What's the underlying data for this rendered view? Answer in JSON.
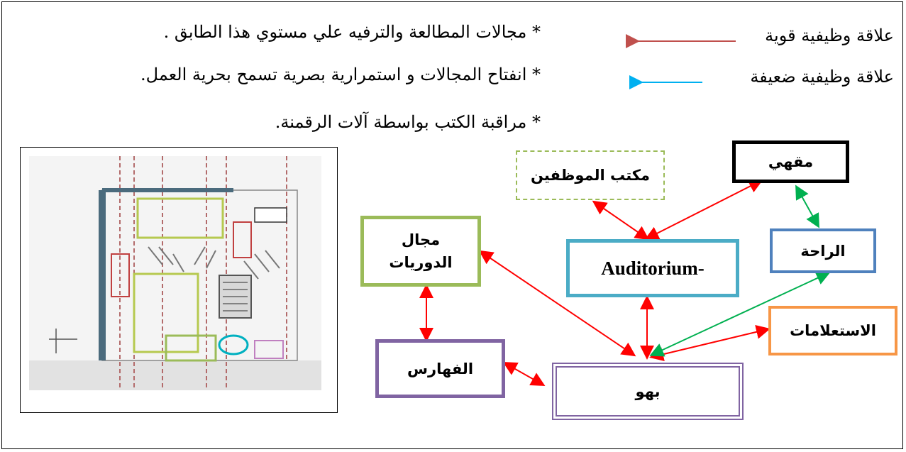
{
  "legend": {
    "strong_label": "علاقة وظيفية قوية",
    "weak_label": "علاقة وظيفية ضعيفة",
    "strong_color": "#c0504d",
    "weak_color": "#00b0f0"
  },
  "bullets": [
    "* مجالات المطالعة والترفيه علي مستوي هذا الطابق .",
    "* انفتاح المجالات و استمرارية بصرية تسمح بحرية العمل.",
    "* مراقبة الكتب بواسطة آلات الرقمنة."
  ],
  "nodes": {
    "cafe": "مقهي",
    "staff_office": "مكتب الموظفين",
    "rest": "الراحة",
    "auditorium": "-Auditorium",
    "periodicals_line1": "مجال",
    "periodicals_line2": "الدوريات",
    "catalogs": "الفهارس",
    "hall": "بهو",
    "inquiries": "الاستعلامات"
  },
  "colors": {
    "cafe_border": "#000000",
    "staff_border": "#9bbb59",
    "rest_border": "#4f81bd",
    "auditorium_border": "#4bacc6",
    "periodicals_border": "#9bbb59",
    "catalogs_border": "#8064a2",
    "hall_border": "#8064a2",
    "inquiries_border": "#f79646",
    "red_link": "#ff0000",
    "green_link": "#00b050"
  },
  "floorplan": {
    "icon": "floor-plan-image"
  }
}
